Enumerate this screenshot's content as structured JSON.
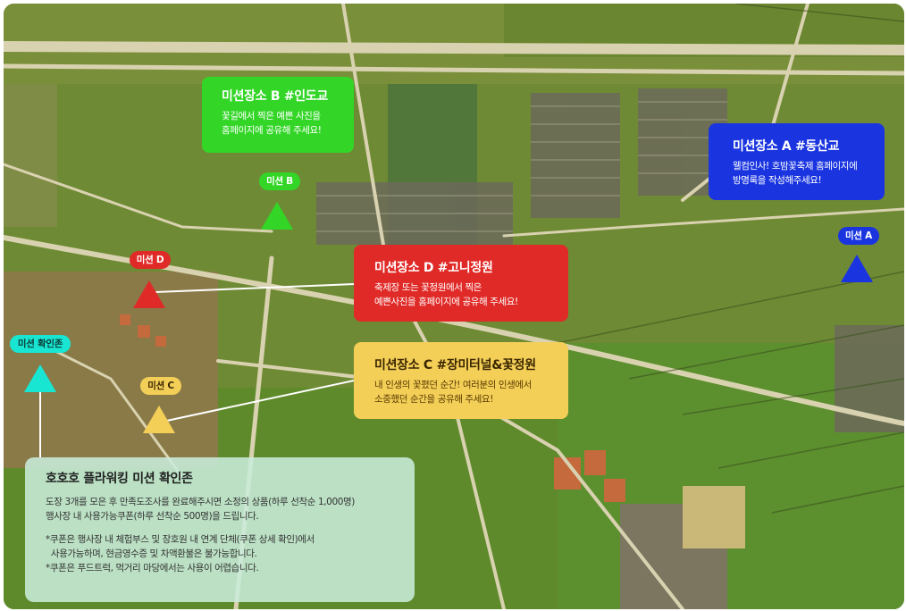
{
  "colors": {
    "mission_a": "#1a35e0",
    "mission_b": "#33d627",
    "mission_c": "#f4cf58",
    "mission_d": "#e02a27",
    "checkpoint": "#18e6d2",
    "panel": "#c8ecda"
  },
  "missions": {
    "a": {
      "marker_label": "미션 A",
      "title": "미션장소 A #동산교",
      "desc": [
        "웰컴인사! 호밤꽃축제 홈페이지에",
        "방명록을 작성해주세요!"
      ]
    },
    "b": {
      "marker_label": "미션 B",
      "title": "미션장소 B #인도교",
      "desc": [
        "꽃길에서 찍은 예쁜 사진을",
        "홈페이지에 공유해 주세요!"
      ]
    },
    "c": {
      "marker_label": "미션 C",
      "title": "미션장소 C #장미터널&꽃정원",
      "desc": [
        "내 인생의 꽃폈던 순간! 여러분의 인생에서",
        "소중했던 순간을 공유해 주세요!"
      ]
    },
    "d": {
      "marker_label": "미션 D",
      "title": "미션장소 D #고니정원",
      "desc": [
        "축제장 또는 꽃정원에서 찍은",
        "예쁜사진을 홈페이지에 공유해 주세요!"
      ]
    }
  },
  "checkpoint": {
    "marker_label": "미션 확인존",
    "title": "호호호 플라워킹 미션 확인존",
    "intro": [
      "도장 3개를 모은 후 만족도조사를 완료해주시면 소정의 상품(하루 선착순 1,000명)",
      "행사장 내 사용가능쿠폰(하루 선착순 500명)을 드립니다."
    ],
    "notes": [
      "*쿠폰은 행사장 내 체험부스 및 장호원 내 연계 단체(쿠폰 상세 확인)에서",
      "  사용가능하며, 현금영수증 및 차액환불은 불가능합니다.",
      "*쿠폰은 푸드트럭, 먹거리 마당에서는 사용이 어렵습니다."
    ]
  }
}
